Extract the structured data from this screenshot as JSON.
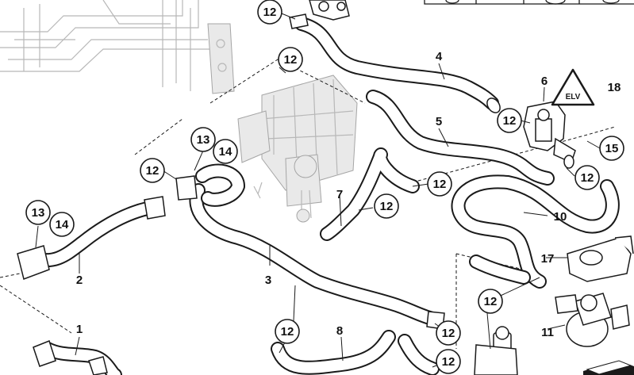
{
  "callouts": {
    "c1": "1",
    "c2": "2",
    "c3": "3",
    "c4": "4",
    "c5": "5",
    "c6": "6",
    "c7": "7",
    "c8": "8",
    "c10": "10",
    "c11": "11",
    "c12": "12",
    "c13": "13",
    "c14": "14",
    "c15": "15",
    "c17": "17",
    "c18": "18"
  },
  "warning_label": "ELV"
}
